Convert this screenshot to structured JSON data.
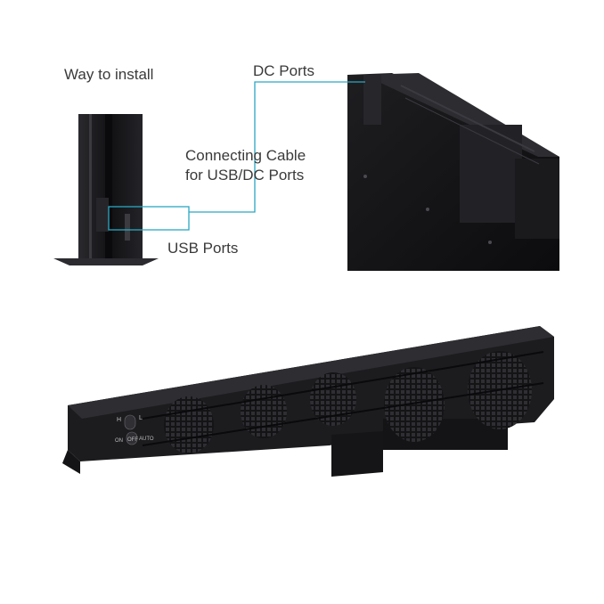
{
  "labels": {
    "way_to_install": "Way to install",
    "dc_ports": "DC Ports",
    "cable_line1": "Connecting Cable",
    "cable_line2": "for USB/DC Ports",
    "usb_ports": "USB Ports"
  },
  "fan_switch": {
    "speed_high": "H",
    "speed_low": "L",
    "mode_on": "ON",
    "mode_off": "OFF",
    "mode_auto": "AUTO"
  },
  "colors": {
    "leader_line": "#2aa7c4",
    "device_body": "#1b1b1d",
    "label_text": "#3a3a3a"
  }
}
